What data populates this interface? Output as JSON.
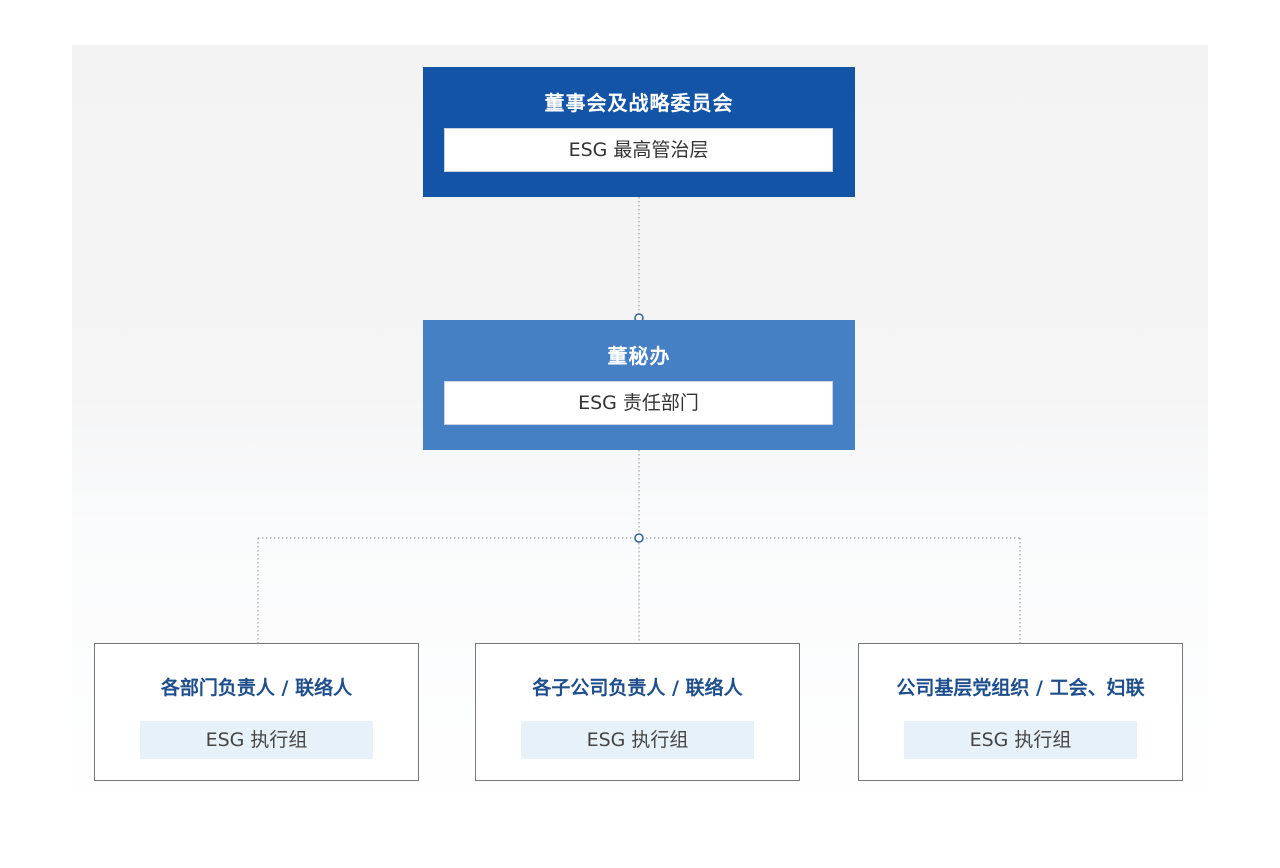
{
  "top_node": {
    "title": "董事会及战略委员会",
    "label": "ESG 最高管治层"
  },
  "middle_node": {
    "title": "董秘办",
    "label": "ESG 责任部门"
  },
  "exec_nodes": [
    {
      "title": "各部门负责人 / 联络人",
      "label": "ESG 执行组"
    },
    {
      "title": "各子公司负责人 / 联络人",
      "label": "ESG 执行组"
    },
    {
      "title": "公司基层党组织 / 工会、妇联",
      "label": "ESG 执行组"
    }
  ],
  "colors": {
    "top_fill": "#1454a7",
    "middle_fill": "#4580c5",
    "exec_title": "#1f4e8c",
    "exec_label_fill": "#e6f1fa",
    "connector": "#8a8f96",
    "junction_dot": "#2f5f9e"
  }
}
